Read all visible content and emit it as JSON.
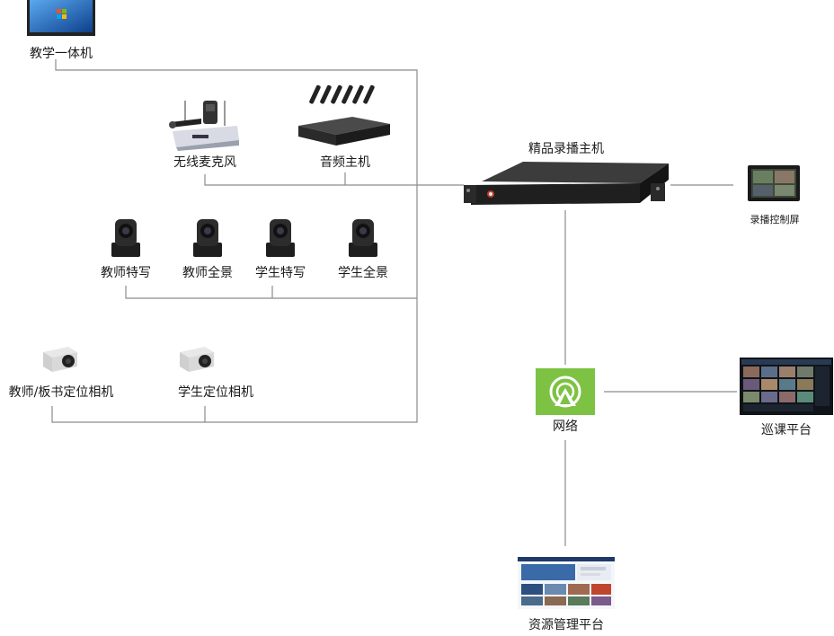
{
  "nodes": {
    "teaching_pc": {
      "label": "教学一体机"
    },
    "wireless_mic": {
      "label": "无线麦克风"
    },
    "audio_host": {
      "label": "音频主机"
    },
    "teacher_closeup": {
      "label": "教师特写"
    },
    "teacher_panorama": {
      "label": "教师全景"
    },
    "student_closeup": {
      "label": "学生特写"
    },
    "student_panorama": {
      "label": "学生全景"
    },
    "teacher_board_locator": {
      "label": "教师/板书定位相机"
    },
    "student_locator": {
      "label": "学生定位相机"
    },
    "recording_host": {
      "label": "精品录播主机"
    },
    "recording_screen": {
      "label": "录播控制屏"
    },
    "network": {
      "label": "网络"
    },
    "patrol_platform": {
      "label": "巡课平台"
    },
    "resource_platform": {
      "label": "资源管理平台"
    }
  },
  "colors": {
    "line": "#8c8c8c",
    "network_green": "#7dc242",
    "device_dark": "#2b2b2b",
    "screen_blue": "#1f6fc9"
  },
  "icons": {
    "teaching_pc": "monitor-icon",
    "wireless_mic": "microphone-receiver-icon",
    "audio_host": "audio-rack-icon",
    "ptz_camera": "ptz-camera-icon",
    "box_camera": "box-camera-icon",
    "recording_host": "rack-server-icon",
    "recording_screen": "touch-screen-icon",
    "network": "cloud-network-icon",
    "patrol_platform": "video-wall-icon",
    "resource_platform": "web-portal-icon"
  }
}
